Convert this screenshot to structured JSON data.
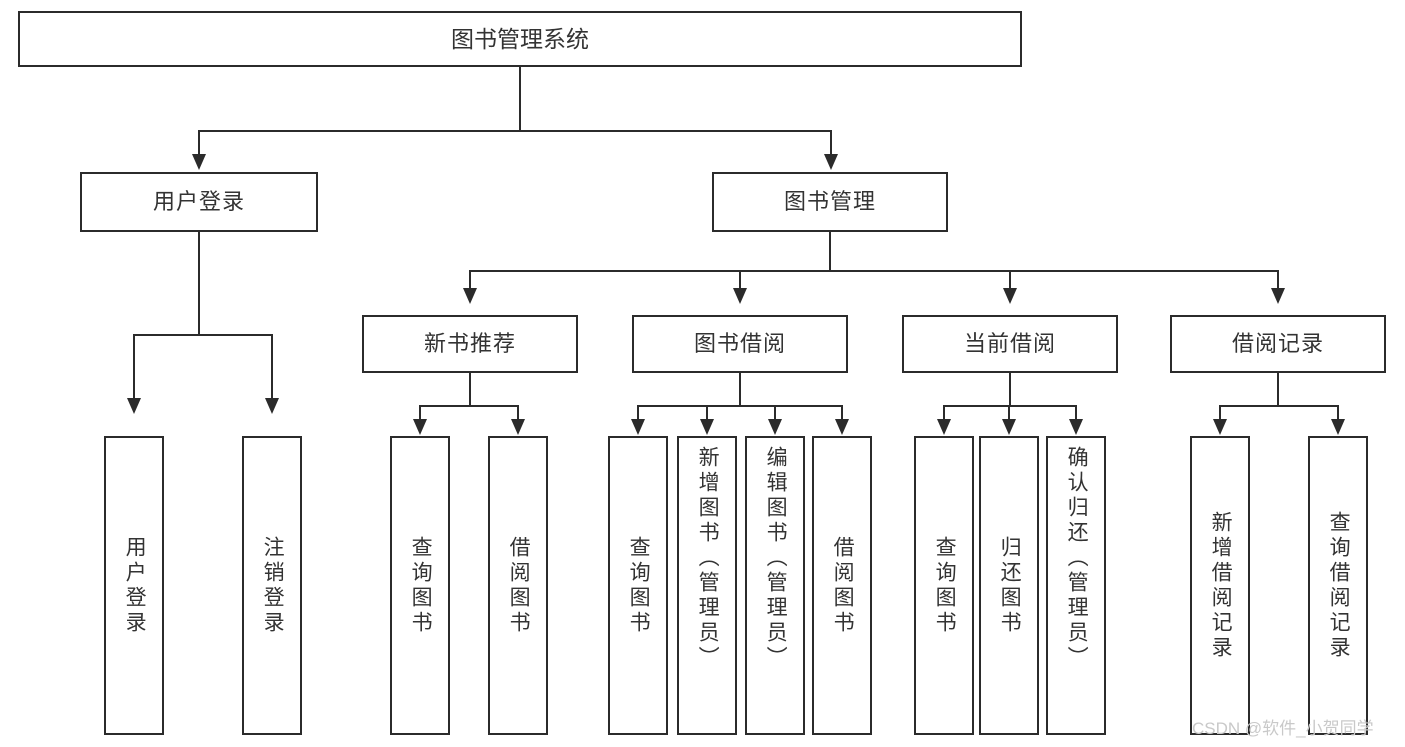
{
  "diagram": {
    "type": "tree-hierarchy-chart",
    "title": "图书管理系统",
    "root": {
      "label": "图书管理系统"
    },
    "level2": [
      {
        "label": "用户登录"
      },
      {
        "label": "图书管理"
      }
    ],
    "level3": [
      {
        "label": "新书推荐"
      },
      {
        "label": "图书借阅"
      },
      {
        "label": "当前借阅"
      },
      {
        "label": "借阅记录"
      }
    ],
    "leaves": {
      "user_login": [
        {
          "label": "用户登录"
        },
        {
          "label": "注销登录"
        }
      ],
      "new_book_recommend": [
        {
          "label": "查询图书"
        },
        {
          "label": "借阅图书"
        }
      ],
      "book_borrow": [
        {
          "label": "查询图书"
        },
        {
          "label": "新增图书（管理员）"
        },
        {
          "label": "编辑图书（管理员）"
        },
        {
          "label": "借阅图书"
        }
      ],
      "current_borrow": [
        {
          "label": "查询图书"
        },
        {
          "label": "归还图书"
        },
        {
          "label": "确认归还（管理员）"
        }
      ],
      "borrow_record": [
        {
          "label": "新增借阅记录"
        },
        {
          "label": "查询借阅记录"
        }
      ]
    }
  },
  "watermark": {
    "text": "CSDN @软件_小贺同学"
  },
  "colors": {
    "stroke": "#2b2b2b",
    "text": "#333333",
    "background": "#ffffff",
    "watermark": "#c9c9c9"
  }
}
